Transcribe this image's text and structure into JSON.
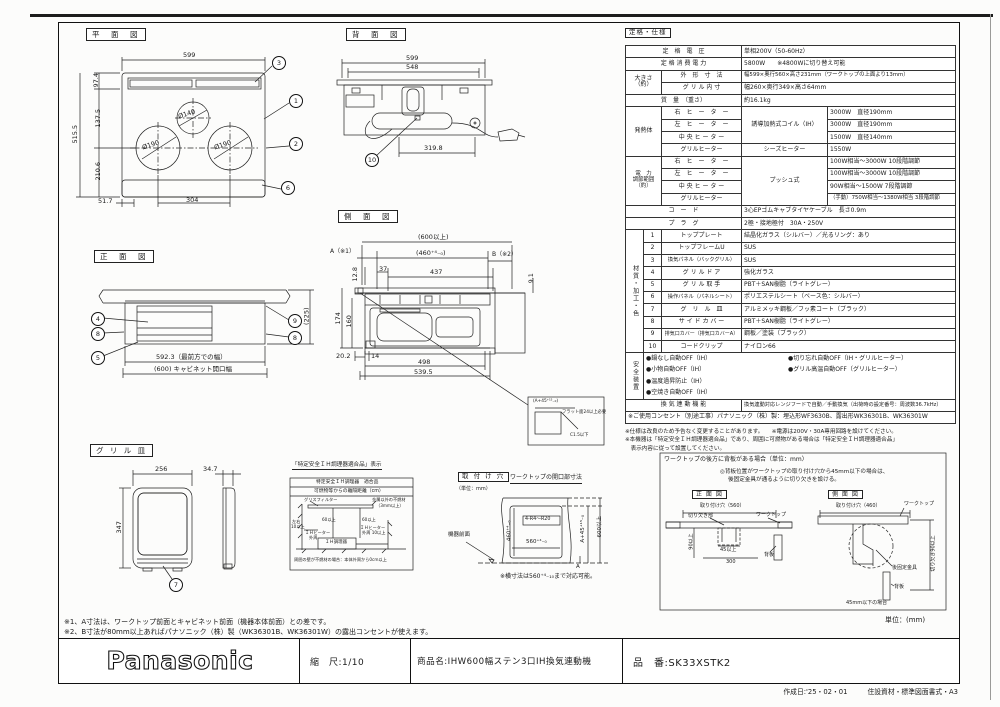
{
  "doc": {
    "unit_note": "単位：(mm)",
    "created": "作成日:'25・02・01",
    "format": "住設資材・標準図面書式・A3"
  },
  "footer": {
    "logo": "Panasonic",
    "scale": "縮　尺:1/10",
    "product": "商品名:IHW600幅ステン3口IH換気連動機",
    "model": "品　番:SK33XSTK2"
  },
  "notes": {
    "n1": "※1、A寸法は、ワークトップ前面とキャビネット前面（機器本体前面）との差です。",
    "n2": "※2、B寸法が80mm以上あればパナソニック（株）製（WK36301B、WK36301W）の露出コンセントが使えます。"
  },
  "plan": {
    "title": "平　面　図",
    "d599": "599",
    "d974": "97.4",
    "d5155": "515.5",
    "d1375": "137.5",
    "d2106": "210.6",
    "d517": "51.7",
    "d304": "304",
    "c140": "Ø140",
    "c190a": "Ø190",
    "c190b": "Ø190",
    "k1": "1",
    "k2": "2",
    "k3": "3",
    "k6": "6"
  },
  "rear": {
    "title": "背　面　図",
    "d599": "599",
    "d548": "548",
    "d3198": "319.8",
    "k10": "10"
  },
  "front": {
    "title": "正　面　図",
    "d225": "(225)",
    "d5923": "592.3（最前方での幅）",
    "d600": "(600) キャビネット開口幅",
    "k4": "4",
    "k8a": "8",
    "k5": "5",
    "k9": "9",
    "k8b": "8"
  },
  "side": {
    "title": "側　面　図",
    "d600": "(600以上)",
    "d460": "(460⁺⁴₋₀)",
    "a": "A（※1）",
    "b": "B（※2）",
    "d128": "12.8",
    "d37": "37",
    "d437": "437",
    "d91": "9.1",
    "d174": "174",
    "d160": "160",
    "d202": "20.2",
    "d14": "14",
    "d498": "498",
    "d5395": "539.5",
    "det1": "(A+45⁺¹⁵₋₀)",
    "det2": "フラット面24以上必要",
    "det3": "C1.5以下"
  },
  "grill": {
    "title": "グ リ ル 皿",
    "d256": "256",
    "d347": "347",
    "d347b": "34.7",
    "k7": "7"
  },
  "safety": {
    "title": "「特定安全ＩＨ調理器適合品」表示",
    "h1": "特定安全ＩＨ調理器　適合品",
    "h2": "可燃物等からの離隔距離（cm）",
    "grease": "グリスフィルター",
    "noncomb": "金属以外の不燃材",
    "noncomb2": "（3mm以上）",
    "u60a": "60以上",
    "u60b": "60以上",
    "lr": "左右",
    "lr2": "10以上",
    "ihout": "ＩＨヒーター",
    "ihout2": "外周",
    "ihoutb": "ＩＨヒーター",
    "ihoutb2": "外周 10以上",
    "cooker": "ＩＨ調理器",
    "note": "周囲の壁が不燃材の場合：本体外周から0cm以上"
  },
  "mount": {
    "title": "取 付 け 穴",
    "unit": "（単位：mm）",
    "subtitle": "ワークトップの開口部寸法",
    "front_face": "機器前面",
    "corner": "4-R4～R20",
    "d460": "460⁺⁴₋₀",
    "d560": "560⁺⁴₋₀",
    "dA": "A",
    "dA45": "A+45⁺¹⁵₋₀",
    "d600": "600以上",
    "note": "※横寸法は560⁺⁴₋₁₀まで対応可能。"
  },
  "rearpanel": {
    "title": "ワークトップの後方に背板がある場合（単位：mm）",
    "note1": "◎背板位置がワークトップの取り付け穴から45mm以下の場合は、",
    "note2": "後固定金具が通るように切り欠きを設ける。",
    "ftitle": "正 面 図",
    "stitle": "側 面 図",
    "hole560": "取り付け穴（560）",
    "notch": "切り欠き部",
    "worktopA": "ワークトップ",
    "d45": "45以上",
    "d300": "300",
    "d90": "90以上",
    "backA": "背板",
    "hole460": "取り付け穴（460）",
    "worktopB": "ワークトップ",
    "fixture": "後固定金具",
    "backB": "背板",
    "case45": "45mm以下の場合",
    "notch90": "切り欠き90以上"
  },
  "spec": {
    "title": "定格・仕様",
    "voltage_l": "定　格　電　圧",
    "voltage_v": "単相200V（50-60Hz）",
    "power_l": "定 格 消 費 電 力",
    "power_v": "5800W　　※4800Wに切り替え可能",
    "size_l1": "大きさ",
    "size_l2": "（約）",
    "size_outer_l": "外　形　寸　法",
    "size_outer_v": "幅599×奥行560×高さ231mm（ワークトップの上面より13mm）",
    "size_grill_l": "グ リ ル 内 寸",
    "size_grill_v": "幅260×奥行349×高さ64mm",
    "weight_l": "質　量　（重さ）",
    "weight_v": "約16.1kg",
    "heater_l": "発熱体",
    "h_r": "右　ヒ　ー　タ　ー",
    "h_l": "左　ヒ　ー　タ　ー",
    "h_c": "中 央 ヒ ー タ ー",
    "h_g": "グリルヒーター",
    "coil": "誘導加熱式コイル（IH）",
    "sheath": "シーズヒーター",
    "h_r_v": "3000W　直径190mm",
    "h_l_v": "3000W　直径190mm",
    "h_c_v": "1500W　直径140mm",
    "h_g_v": "1550W",
    "adj_l1": "電　力",
    "adj_l2": "調節範囲",
    "adj_l3": "（約）",
    "a_r": "右　ヒ　ー　タ　ー",
    "a_l": "左　ヒ　ー　タ　ー",
    "a_c": "中 央 ヒ ー タ ー",
    "a_g": "グリルヒーター",
    "push": "プッシュ式",
    "a_r_v": "100W相当～3000W 10段階調節",
    "a_l_v": "100W相当～3000W 10段階調節",
    "a_c_v": "90W相当～1500W 7段階調節",
    "a_g_v": "（手動）750W相当～1380W相当 3段階調節",
    "cord_l": "コ　ー　ド",
    "cord_v": "3心EPゴムキャブタイヤケーブル　長さ0.9m",
    "plug_l": "プ　ラ　グ",
    "plug_v": "2極・接地極付　30A・250V",
    "mat_l": "材質・加工・色",
    "materials": [
      {
        "no": "1",
        "name": "トッププレート",
        "value": "結晶化ガラス（シルバー）／光るリング：あり"
      },
      {
        "no": "2",
        "name": "トップフレームU",
        "value": "SUS"
      },
      {
        "no": "3",
        "name": "換気パネル（バックグリル）",
        "value": "SUS"
      },
      {
        "no": "4",
        "name": "グ リ ル ド ア",
        "value": "強化ガラス"
      },
      {
        "no": "5",
        "name": "グ リ ル 取 手",
        "value": "PBT＋SAN樹脂（ライトグレー）"
      },
      {
        "no": "6",
        "name": "操作パネル（パネルシート）",
        "value": "ポリエステルシート（ベース色：シルバー）"
      },
      {
        "no": "7",
        "name": "グ　リ　ル　皿",
        "value": "アルミメッキ鋼板／フッ素コート（ブラック）"
      },
      {
        "no": "8",
        "name": "サ イ ド カ バ ー",
        "value": "PBT＋SAN樹脂（ライトグレー）"
      },
      {
        "no": "9",
        "name": "排気口カバー（排気口カバーA）",
        "value": "鋼板／塗装（ブラック）"
      },
      {
        "no": "10",
        "name": "コードクリップ",
        "value": "ナイロン66"
      }
    ],
    "safe_l": "安全装置",
    "s1a": "●鍋なし自動OFF（IH）",
    "s1b": "●切り忘れ自動OFF（IH・グリルヒーター）",
    "s2a": "●小物自動OFF（IH）",
    "s2b": "●グリル高温自動OFF（グリルヒーター）",
    "s3a": "●温度過昇防止（IH）",
    "s4a": "●空焼き自動OFF（IH）",
    "vent_l": "換 気 連 動 機 能",
    "vent_v": "換気連動対応レンジフードで自動／手動換気（出荷時の設定番号：周波数36.7kHz）",
    "outlet": "※ご使用コンセント（別途工事）パナソニック（株）製：埋込形WF3630B、露出形WK36301B、WK36301W",
    "noteA": "※仕様は改良のため予告なく変更することがあります。　　※電源は200V・30A専用回路を設けてください。",
    "noteB": "※本機器は「特定安全ＩＨ調理器適合品」であり、周囲に可燃物がある場合は「特定安全ＩＨ調理器適合品」",
    "noteC": "　表示内容に従って設置してください。"
  }
}
